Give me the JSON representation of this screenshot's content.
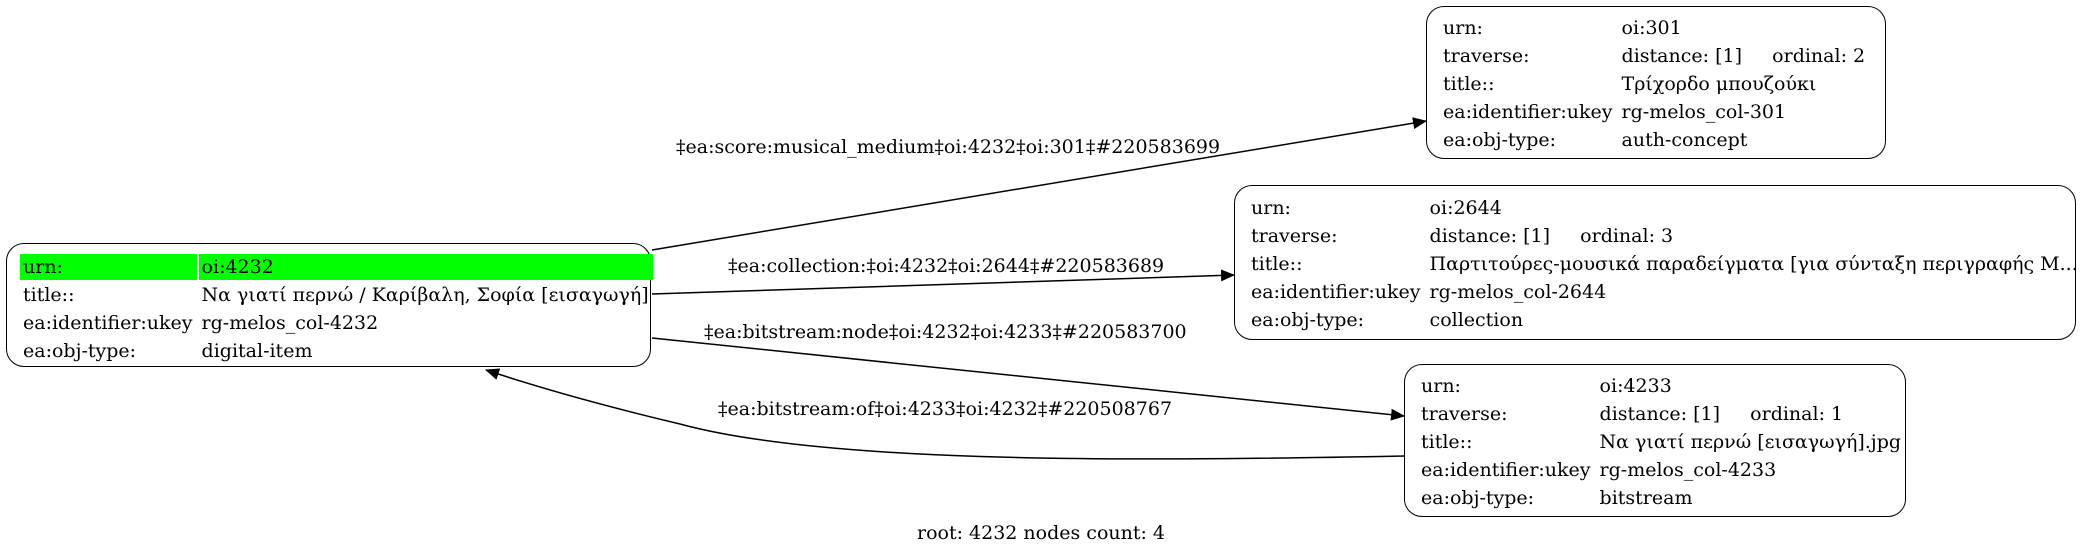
{
  "nodes": {
    "root": {
      "rows": [
        {
          "key": "urn:",
          "value": "oi:4232"
        },
        {
          "key": "title::",
          "value": "Να γιατί περνώ / Καρίβαλη, Σοφία [εισαγωγή]"
        },
        {
          "key": "ea:identifier:ukey",
          "value": "rg-melos_col-4232"
        },
        {
          "key": "ea:obj-type:",
          "value": "digital-item"
        }
      ]
    },
    "n301": {
      "rows": [
        {
          "key": "urn:",
          "value": "oi:301"
        },
        {
          "key": "traverse:",
          "value": "distance: [1]     ordinal: 2"
        },
        {
          "key": "title::",
          "value": "Τρίχορδο μπουζούκι"
        },
        {
          "key": "ea:identifier:ukey",
          "value": "rg-melos_col-301"
        },
        {
          "key": "ea:obj-type:",
          "value": "auth-concept"
        }
      ]
    },
    "n2644": {
      "rows": [
        {
          "key": "urn:",
          "value": "oi:2644"
        },
        {
          "key": "traverse:",
          "value": "distance: [1]     ordinal: 3"
        },
        {
          "key": "title::",
          "value": "Παρτιτούρες-μουσικά παραδείγματα [για σύνταξη περιγραφής Μ..."
        },
        {
          "key": "ea:identifier:ukey",
          "value": "rg-melos_col-2644"
        },
        {
          "key": "ea:obj-type:",
          "value": "collection"
        }
      ]
    },
    "n4233": {
      "rows": [
        {
          "key": "urn:",
          "value": "oi:4233"
        },
        {
          "key": "traverse:",
          "value": "distance: [1]     ordinal: 1"
        },
        {
          "key": "title::",
          "value": "Να γιατί περνώ [εισαγωγή].jpg"
        },
        {
          "key": "ea:identifier:ukey",
          "value": "rg-melos_col-4233"
        },
        {
          "key": "ea:obj-type:",
          "value": "bitstream"
        }
      ]
    }
  },
  "edges": {
    "to301": "‡ea:score:musical_medium‡oi:4232‡oi:301‡#220583699",
    "to2644": "‡ea:collection:‡oi:4232‡oi:2644‡#220583689",
    "to4233": "‡ea:bitstream:node‡oi:4232‡oi:4233‡#220583700",
    "from4233": "‡ea:bitstream:of‡oi:4233‡oi:4232‡#220508767"
  },
  "footer": "root: 4232 nodes count: 4",
  "colors": {
    "highlight": "#00ff00",
    "stroke": "#000000",
    "background": "#ffffff"
  }
}
